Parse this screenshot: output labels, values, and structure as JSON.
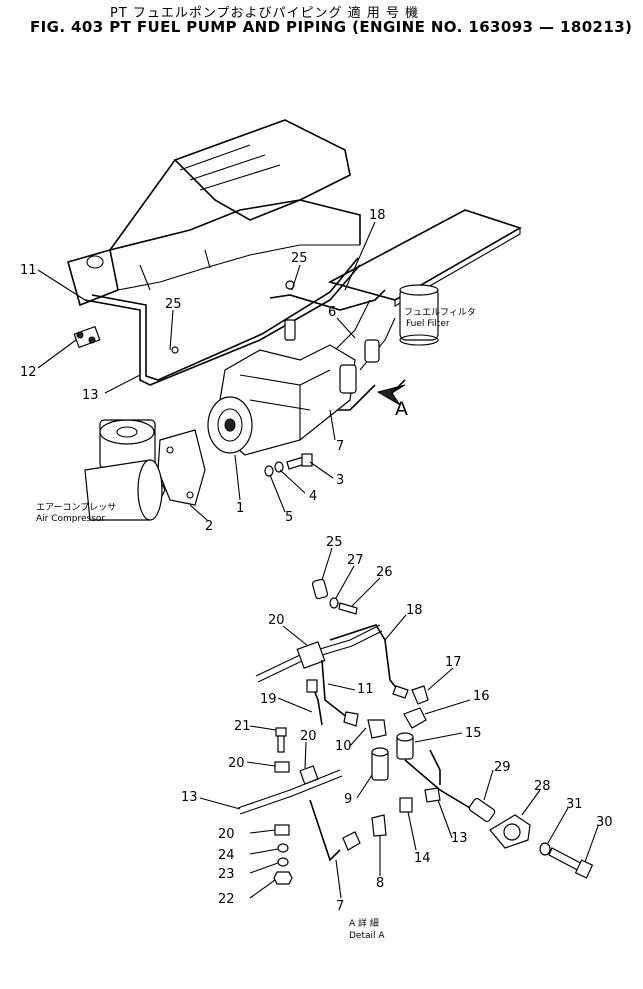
{
  "header": {
    "title_jp": "PT フュエルポンプおよびパイピング 適 用 号 機",
    "title_en": "FIG. 403  PT FUEL PUMP AND PIPING (ENGINE NO. 163093 — 180213)"
  },
  "upper_view": {
    "filter_label_jp": "フュエルフィルタ",
    "filter_label_en": "Fuel Filter",
    "compressor_label_jp": "エアーコンプレッサ",
    "compressor_label_en": "Air Compressor",
    "view_marker": "A",
    "callouts": [
      "11",
      "12",
      "13",
      "25",
      "25",
      "18",
      "6",
      "7",
      "3",
      "4",
      "5",
      "1",
      "2"
    ]
  },
  "detail_view": {
    "caption_jp": "A 詳 細",
    "caption_en": "Detail A",
    "callouts": [
      "25",
      "27",
      "26",
      "18",
      "20",
      "17",
      "16",
      "19",
      "11",
      "15",
      "21",
      "20",
      "10",
      "20",
      "29",
      "13",
      "9",
      "28",
      "31",
      "30",
      "20",
      "13",
      "24",
      "14",
      "23",
      "22",
      "8",
      "7"
    ]
  }
}
